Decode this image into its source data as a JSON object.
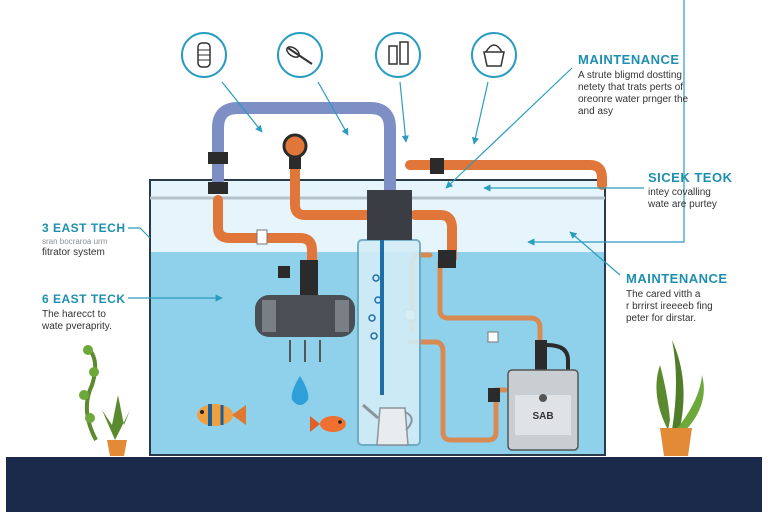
{
  "callouts": {
    "top_right": {
      "title": "MAINTENANCE",
      "lines": [
        "A strute bligmd dostting",
        "netety that trats perts of",
        "oreonre water prnger the",
        "and asy"
      ]
    },
    "right_mid": {
      "title": "SICEK TEOK",
      "lines": [
        "intey covalling",
        "wate are purtey"
      ]
    },
    "right_low": {
      "title": "MAINTENANCE",
      "lines": [
        "The cared vitth a",
        "r brrirst ireeeeb fing",
        "peter for dirstar."
      ]
    },
    "left_top": {
      "title": "3 EAST TECH",
      "faint": "sran bocraroa urm",
      "lines": [
        "fitrator system"
      ]
    },
    "left_low": {
      "title": "6 EAST TECK",
      "lines": [
        "The harecct to",
        "wate pveraprity."
      ]
    }
  },
  "device_label": "SAB",
  "icons": [
    "filter-cartridge-icon",
    "cleaning-brush-icon",
    "test-kit-icon",
    "bucket-icon"
  ],
  "colors": {
    "accent": "#1f8fb0",
    "water": "#8fd0ea",
    "pipe_orange": "#e0763a",
    "pipe_blue": "#7d8fc4",
    "footer": "#1b2a4a"
  }
}
